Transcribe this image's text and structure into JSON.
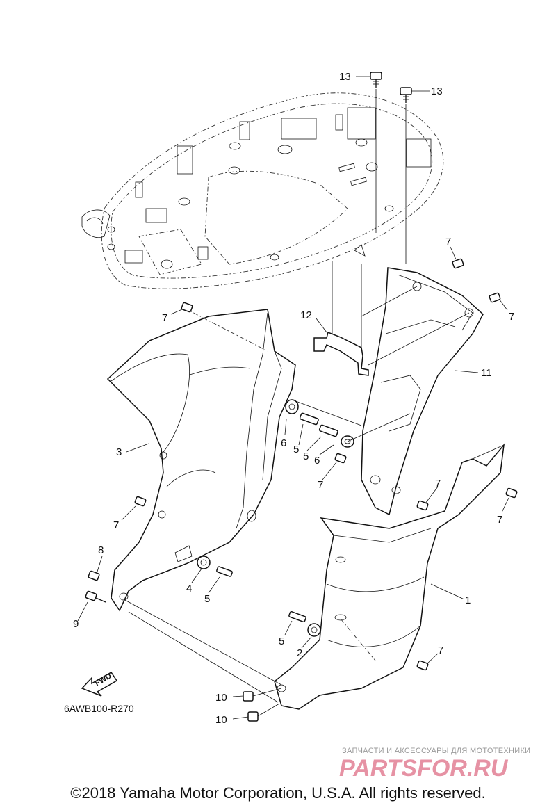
{
  "diagram": {
    "reference_code": "6AWB100-R270",
    "fwd_label": "FWD",
    "callouts": [
      {
        "id": "c13a",
        "label": "13"
      },
      {
        "id": "c13b",
        "label": "13"
      },
      {
        "id": "c7a",
        "label": "7"
      },
      {
        "id": "c7b",
        "label": "7"
      },
      {
        "id": "c7c",
        "label": "7"
      },
      {
        "id": "c12",
        "label": "12"
      },
      {
        "id": "c11",
        "label": "11"
      },
      {
        "id": "c3",
        "label": "3"
      },
      {
        "id": "c6a",
        "label": "6"
      },
      {
        "id": "c5a",
        "label": "5"
      },
      {
        "id": "c5b",
        "label": "5"
      },
      {
        "id": "c6b",
        "label": "6"
      },
      {
        "id": "c7d",
        "label": "7"
      },
      {
        "id": "c7e",
        "label": "7"
      },
      {
        "id": "c7f",
        "label": "7"
      },
      {
        "id": "c7g",
        "label": "7"
      },
      {
        "id": "c8",
        "label": "8"
      },
      {
        "id": "c4",
        "label": "4"
      },
      {
        "id": "c5c",
        "label": "5"
      },
      {
        "id": "c1",
        "label": "1"
      },
      {
        "id": "c9",
        "label": "9"
      },
      {
        "id": "c5d",
        "label": "5"
      },
      {
        "id": "c2",
        "label": "2"
      },
      {
        "id": "c7h",
        "label": "7"
      },
      {
        "id": "c10a",
        "label": "10"
      },
      {
        "id": "c10b",
        "label": "10"
      }
    ]
  },
  "watermark": {
    "subtitle": "ЗАПЧАСТИ И АКСЕССУАРЫ ДЛЯ МОТОТЕХНИКИ",
    "brand": "PARTSFOR.RU"
  },
  "footer": {
    "copyright": "©2018 Yamaha Motor Corporation, U.S.A. All rights reserved."
  }
}
